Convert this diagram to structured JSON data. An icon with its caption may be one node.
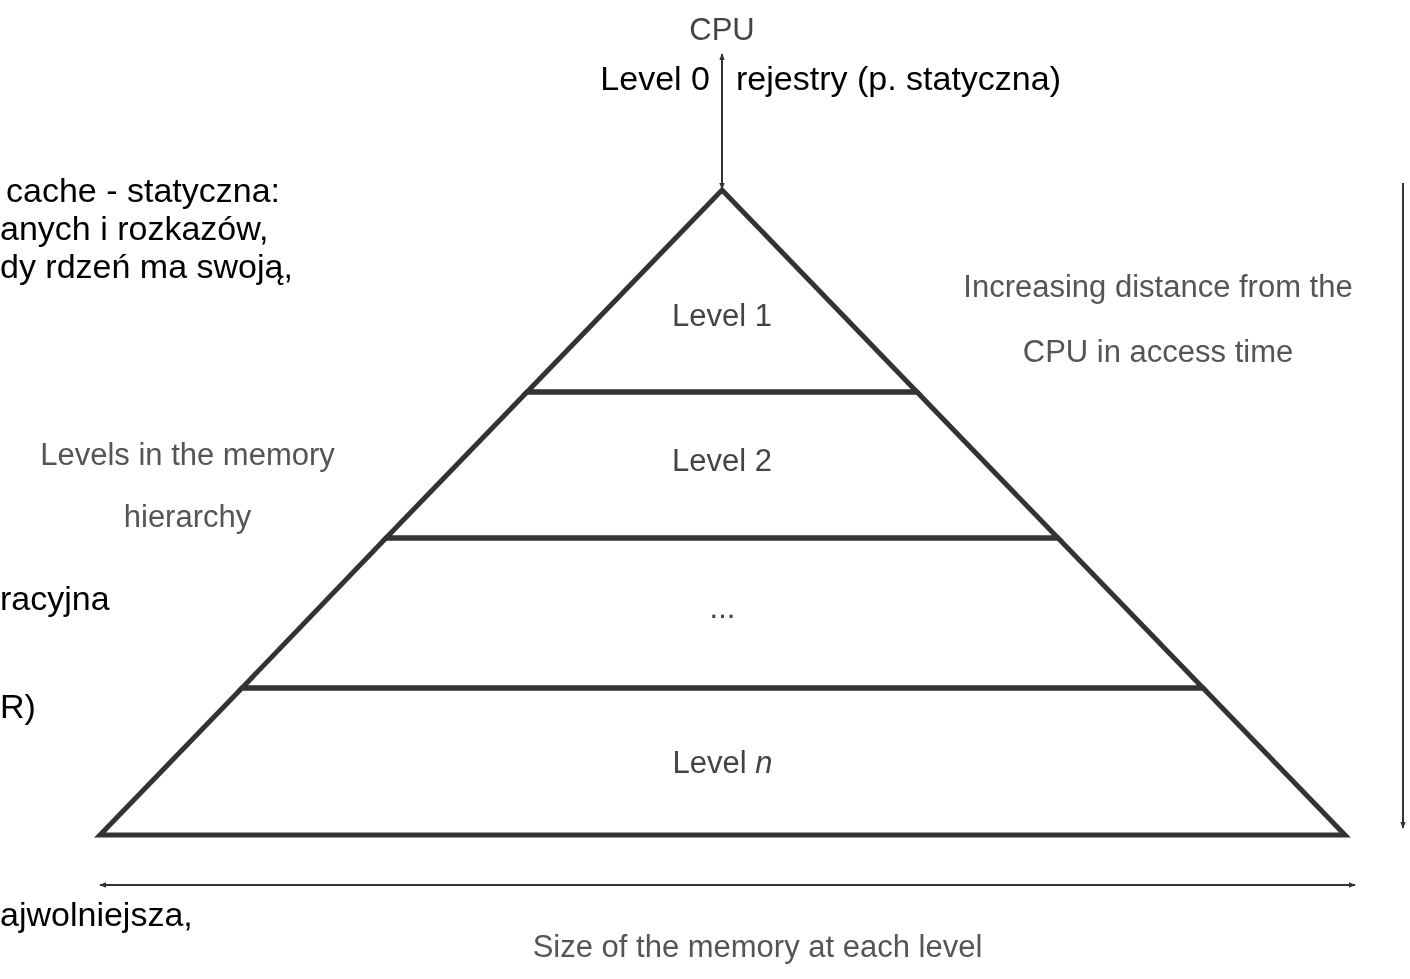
{
  "diagram": {
    "nodes": [
      {
        "text": [
          "CPU"
        ]
      },
      {
        "text": [
          "Level 1"
        ]
      },
      {
        "text": [
          "Level 2"
        ]
      },
      {
        "text": [
          "..."
        ]
      },
      {
        "text": [
          "Level *n*"
        ]
      }
    ],
    "edges": [
      {
        "from": 0,
        "to": 1,
        "arrow": "both"
      }
    ],
    "labels": [
      "Level 0",
      "rejestry (p. statyczna)",
      "cache - statyczna:",
      "anych i rozkazów,",
      "dy rdzeń ma swoją,",
      "Increasing distance from the CPU in access time",
      "Levels in the memory hierarchy",
      "racyjna",
      "R)",
      "ajwolniejsza,",
      "Size of the memory at each level"
    ]
  }
}
